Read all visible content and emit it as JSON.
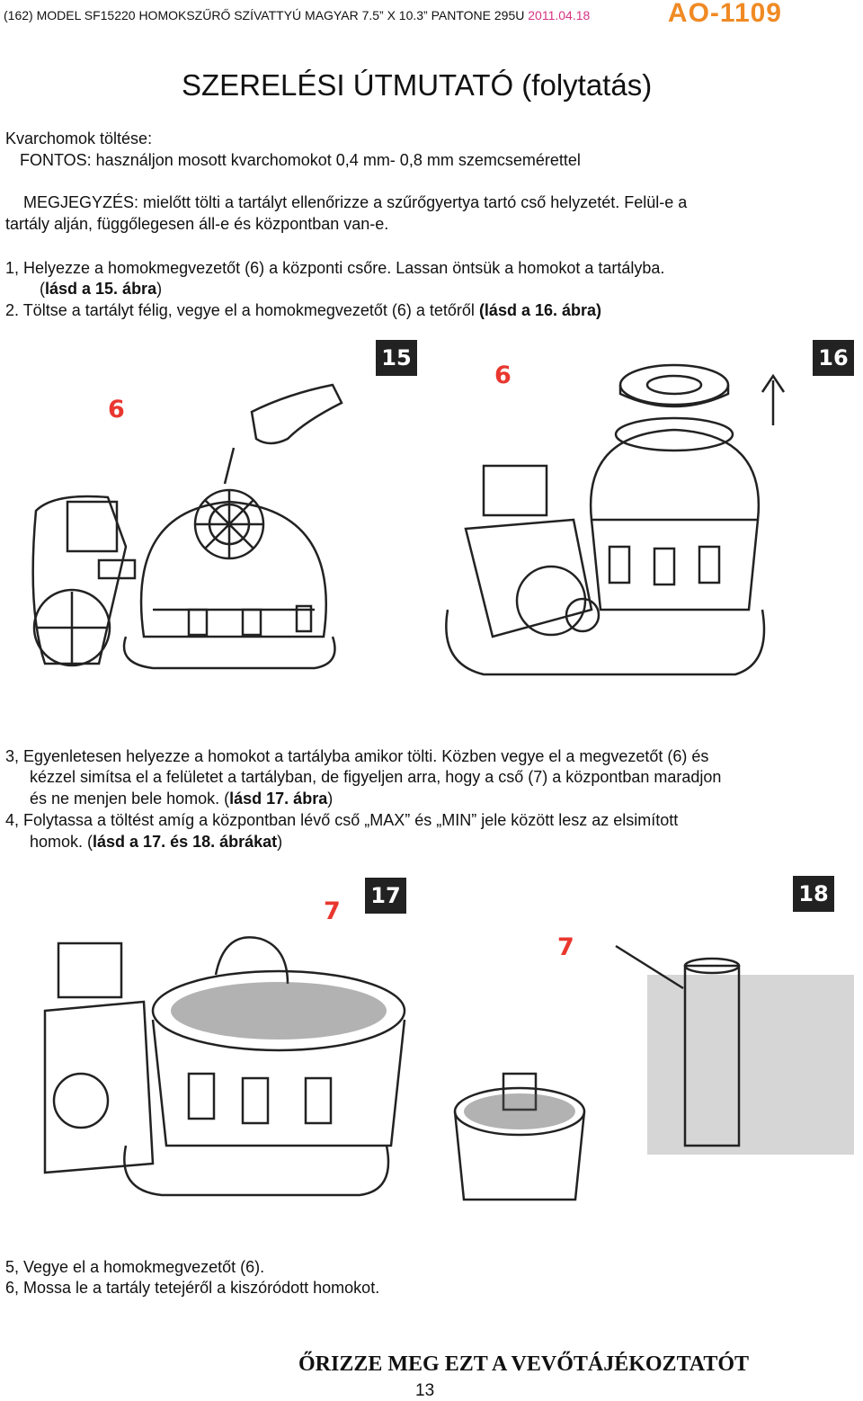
{
  "header": {
    "spec_text": "(162) MODEL SF15220 HOMOKSZŰRŐ SZÍVATTYÚ MAGYAR  7.5” X 10.3” PANTONE 295U ",
    "date_text": "2011.04.18",
    "code": "AO-1109"
  },
  "title": "SZERELÉSI ÚTMUTATÓ (folytatás)",
  "section": {
    "heading": "Kvarchomok töltése:",
    "important": "FONTOS: használjon mosott kvarchomokot 0,4 mm- 0,8 mm szemcsemérettel",
    "note_line1": "MEGJEGYZÉS: mielőtt tölti a tartályt ellenőrizze a szűrőgyertya tartó cső helyzetét. Felül-e a",
    "note_line2": "tartály alján,  függőlegesen áll-e és központban van-e."
  },
  "steps_a": {
    "s1_line1": "1,   Helyezze a homokmegvezetőt (6) a központi csőre. Lassan öntsük a homokot a tartályba.",
    "s1_line2_a": "(",
    "s1_line2_b": "lásd a 15. ábra",
    "s1_line2_c": ")",
    "s2_a": "2.  Töltse a tartályt félig, vegye el a homokmegvezetőt (6) a tetőről ",
    "s2_b": "(lásd a 16. ábra)"
  },
  "figures_a": {
    "fig15_badge": "15",
    "fig16_badge": "16",
    "fig15_callout": "6",
    "fig16_callout": "6"
  },
  "steps_b": {
    "s3_line1": "3,   Egyenletesen helyezze a homokot a tartályba amikor tölti. Közben vegye el a megvezetőt (6) és",
    "s3_line2": "kézzel simítsa el a felületet a tartályban, de figyeljen arra, hogy a cső (7) a központban maradjon",
    "s3_line3_a": "és ne menjen bele homok. (",
    "s3_line3_b": "lásd 17. ábra",
    "s3_line3_c": ")",
    "s4_line1": "4,   Folytassa a töltést amíg a központban lévő cső „MAX” és „MIN” jele között lesz az elsimított",
    "s4_line2_a": "homok. (",
    "s4_line2_b": "lásd a 17. és 18. ábrákat",
    "s4_line2_c": ")"
  },
  "figures_b": {
    "fig17_badge": "17",
    "fig18_badge": "18",
    "fig17_callout": "7",
    "fig18_callout": "7"
  },
  "steps_c": {
    "s5": "5,   Vegye el a homokmegvezetőt (6).",
    "s6": "6,   Mossa le a tartály tetejéről a kiszóródott homokot."
  },
  "footer": {
    "text": "ŐRIZZE MEG EZT A VEVŐTÁJÉKOZTATÓT",
    "page": "13"
  },
  "colors": {
    "accent_date": "#d63384",
    "code_orange": "#f08a24",
    "callout_red": "#e9372f"
  }
}
